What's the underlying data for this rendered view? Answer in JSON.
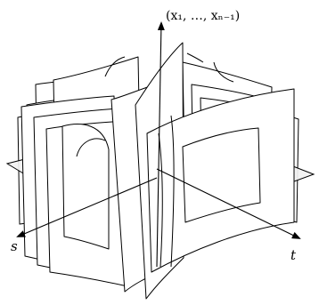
{
  "labels": {
    "vertical_axis": "(x₁, …, xₙ₋₁)",
    "s_axis": "s",
    "t_axis": "t"
  }
}
